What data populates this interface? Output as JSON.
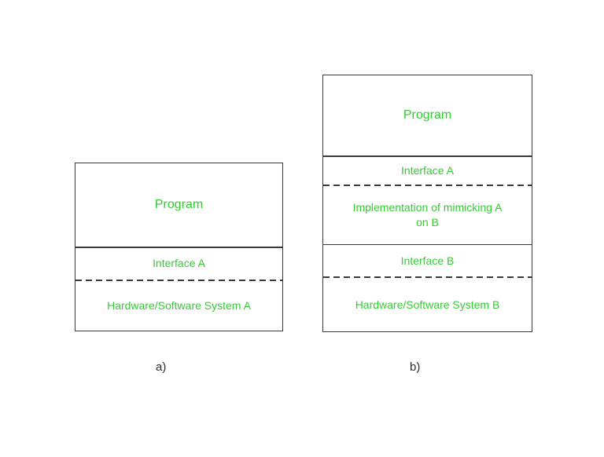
{
  "colors": {
    "text_green": "#33cc33",
    "line": "#3a3a3a",
    "caption_text": "#2b2b2b",
    "background": "#ffffff"
  },
  "diagram_a": {
    "caption": "a)",
    "layers": {
      "program": "Program",
      "interface_a": "Interface A",
      "system_a": "Hardware/Software System A"
    }
  },
  "diagram_b": {
    "caption": "b)",
    "layers": {
      "program": "Program",
      "interface_a": "Interface A",
      "implementation": "Implementation of mimicking A\non B",
      "interface_b": "Interface B",
      "system_b": "Hardware/Software System B"
    }
  }
}
